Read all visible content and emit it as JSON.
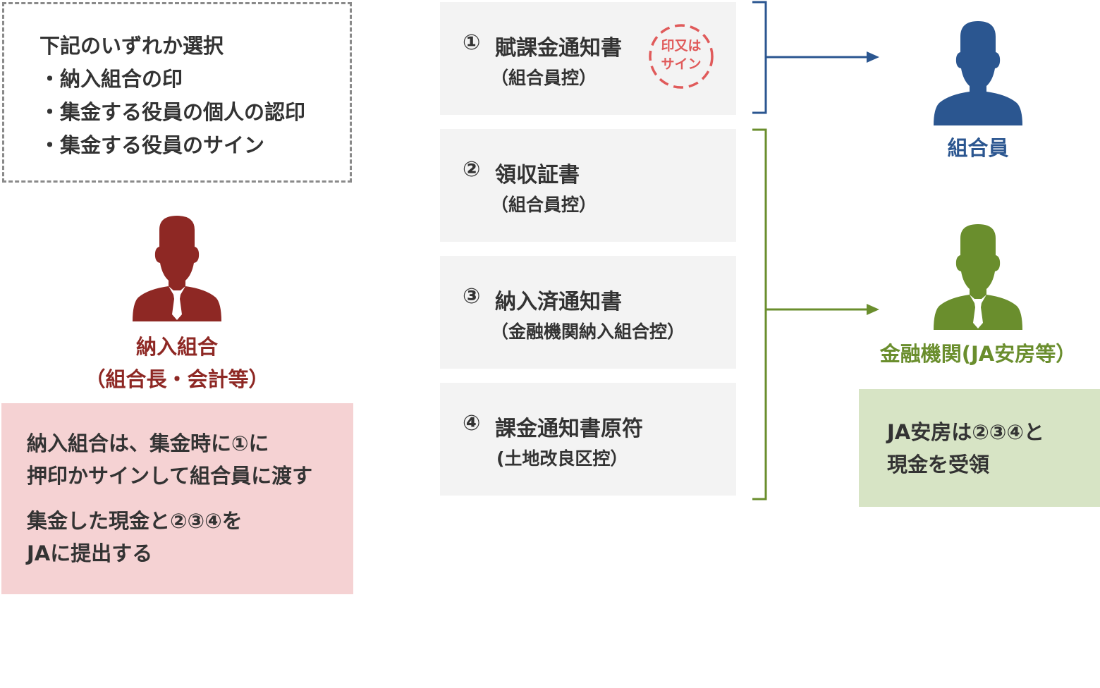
{
  "selection_box": {
    "lines": [
      "下記のいずれか選択",
      "・納入組合の印",
      "・集金する役員の個人の認印",
      "・集金する役員のサイン"
    ]
  },
  "payer": {
    "name": "納入組合",
    "detail": "（組合長・会計等）",
    "color": "#8e2824"
  },
  "payer_note": {
    "paragraph_1": [
      "納入組合は、集金時に①に",
      "押印かサインして組合員に渡す"
    ],
    "paragraph_2": [
      "集金した現金と②③④を",
      "JAに提出する"
    ],
    "background": "#f5d2d3"
  },
  "documents": [
    {
      "number": "①",
      "title": "賦課金通知書",
      "sub": "（組合員控）"
    },
    {
      "number": "②",
      "title": "領収証書",
      "sub": "（組合員控）"
    },
    {
      "number": "③",
      "title": "納入済通知書",
      "sub": "（金融機関納入組合控）"
    },
    {
      "number": "④",
      "title": "課金通知書原符",
      "sub": "(土地改良区控）"
    }
  ],
  "seal": {
    "line_1": "印又は",
    "line_2": "サイン",
    "color": "#e05a5a"
  },
  "member": {
    "name": "組合員",
    "color": "#2b5690"
  },
  "bank": {
    "name": "金融機関(JA安房等）",
    "color": "#6a8e2d"
  },
  "bank_note": {
    "lines": [
      "JA安房は②③④と",
      "現金を受領"
    ],
    "background": "#d7e4c5"
  },
  "icons": {
    "payer_icon": "person-with-tie-icon",
    "member_icon": "person-icon",
    "bank_icon": "person-with-tie-icon",
    "arrow": "arrow-right-icon"
  }
}
